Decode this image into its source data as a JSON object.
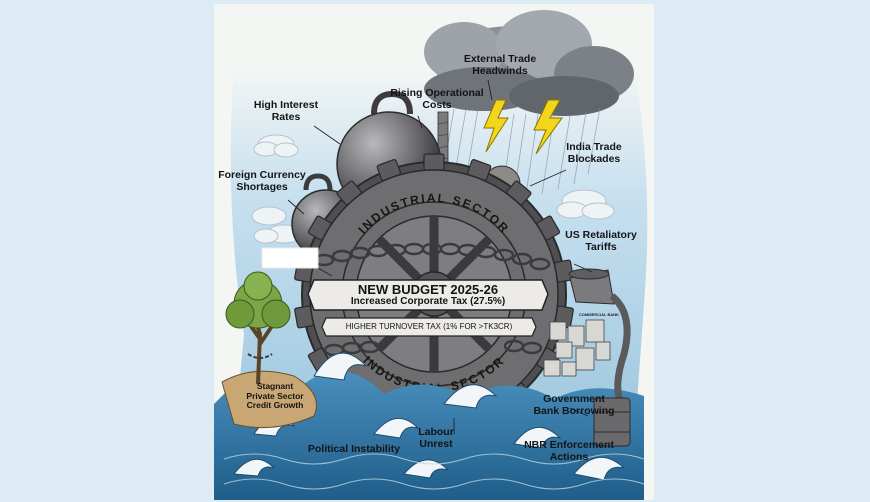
{
  "labels": {
    "external_trade": "External Trade\nHeadwinds",
    "rising_costs": "Rising Operational\nCosts",
    "high_interest": "High Interest\nRates",
    "india_trade": "India Trade\nBlockades",
    "foreign_currency": "Foreign Currency\nShortages",
    "us_tariffs": "US Retaliatory\nTariffs",
    "stagnant_credit": "Stagnant\nPrivate Sector\nCredit Growth",
    "gov_borrowing": "Government\nBank Borrowing",
    "political_instability": "Political Instability",
    "labour_unrest": "Labour\nUnrest",
    "nbr_actions": "NBR Enforcement\nActions"
  },
  "gear": {
    "top_text": "INDUSTRIAL SECTOR",
    "bottom_text": "INDUSTRIAL SECTOR"
  },
  "banner": {
    "title": "NEW BUDGET 2025-26",
    "subtitle": "Increased Corporate Tax (27.5%)",
    "turnover": "HIGHER TURNOVER TAX (1% FOR >TK3CR)"
  },
  "bank_label": "COMMERCIAL BANK",
  "colors": {
    "page_bg": "#dcebf4",
    "sky": "#bcd9ec",
    "cloud_dark": "#7a7f86",
    "lightning": "#f3d51c",
    "wave": "#2f79a8",
    "gear": "#6e6e70",
    "tree": "#6e9a3c"
  }
}
